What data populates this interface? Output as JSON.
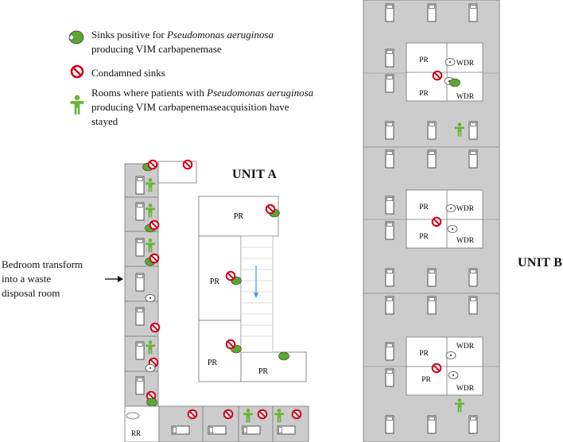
{
  "legend": {
    "sinks_positive_prefix": "Sinks positive for ",
    "sinks_positive_species": "Pseudomonas aeruginosa",
    "sinks_positive_suffix": "producing VIM carbapenemase",
    "condemned_label": "Condamned sinks",
    "rooms_prefix": "Rooms where patients with ",
    "rooms_species": "Pseudomonas aeruginosa",
    "rooms_line2": "producing VIM carbapenemaseacquisition have",
    "rooms_line3": "stayed"
  },
  "unit_a": {
    "title": "UNIT A"
  },
  "unit_b": {
    "title": "UNIT B"
  },
  "annotation": {
    "line1": "Bedroom transform",
    "line2": "into a waste",
    "line3": "disposal room"
  },
  "labels": {
    "pr": "PR",
    "wdr": "WDR",
    "rr": "RR"
  },
  "colors": {
    "floor": "#cccccc",
    "positive_sink": "#5aa832",
    "condemned": "#d0021b",
    "patient": "#6ab43a"
  }
}
